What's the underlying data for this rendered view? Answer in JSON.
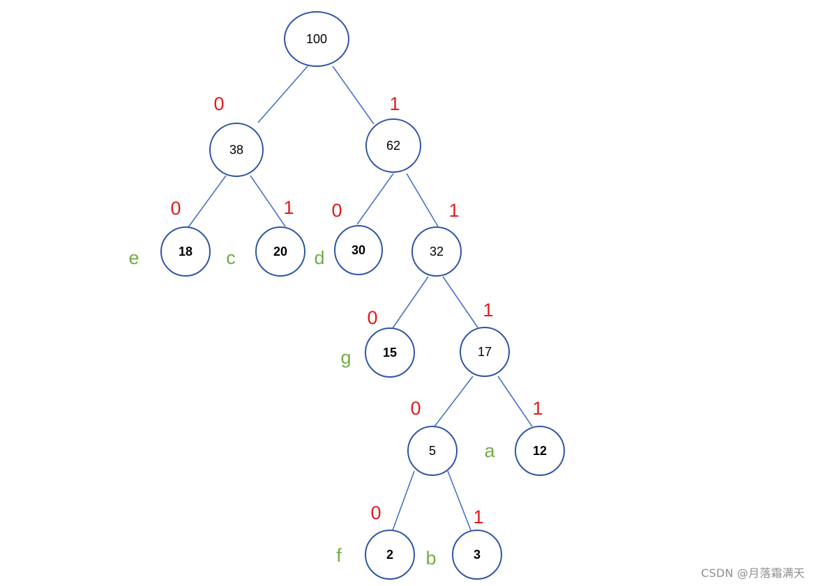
{
  "colors": {
    "node_stroke": "#2f55a4",
    "edge": "#4472c4",
    "bit_label": "#e31a1c",
    "char_label": "#70ad47",
    "watermark": "#8f8f8f"
  },
  "tree": {
    "nodes": [
      {
        "id": "n100",
        "value": "100",
        "leaf": false
      },
      {
        "id": "n38",
        "value": "38",
        "leaf": false
      },
      {
        "id": "n62",
        "value": "62",
        "leaf": false
      },
      {
        "id": "n18",
        "value": "18",
        "leaf": true,
        "char": "e"
      },
      {
        "id": "n20",
        "value": "20",
        "leaf": true,
        "char": "c"
      },
      {
        "id": "n30",
        "value": "30",
        "leaf": true,
        "char": "d"
      },
      {
        "id": "n32",
        "value": "32",
        "leaf": false
      },
      {
        "id": "n15",
        "value": "15",
        "leaf": true,
        "char": "g"
      },
      {
        "id": "n17",
        "value": "17",
        "leaf": false
      },
      {
        "id": "n5",
        "value": "5",
        "leaf": false
      },
      {
        "id": "n12",
        "value": "12",
        "leaf": true,
        "char": "a"
      },
      {
        "id": "n2",
        "value": "2",
        "leaf": true,
        "char": "f"
      },
      {
        "id": "n3",
        "value": "3",
        "leaf": true,
        "char": "b"
      }
    ],
    "edges": [
      {
        "from": "n100",
        "to": "n38",
        "bit": "0"
      },
      {
        "from": "n100",
        "to": "n62",
        "bit": "1"
      },
      {
        "from": "n38",
        "to": "n18",
        "bit": "0"
      },
      {
        "from": "n38",
        "to": "n20",
        "bit": "1"
      },
      {
        "from": "n62",
        "to": "n30",
        "bit": "0"
      },
      {
        "from": "n62",
        "to": "n32",
        "bit": "1"
      },
      {
        "from": "n32",
        "to": "n15",
        "bit": "0"
      },
      {
        "from": "n32",
        "to": "n17",
        "bit": "1"
      },
      {
        "from": "n17",
        "to": "n5",
        "bit": "0"
      },
      {
        "from": "n17",
        "to": "n12",
        "bit": "1"
      },
      {
        "from": "n5",
        "to": "n2",
        "bit": "0"
      },
      {
        "from": "n5",
        "to": "n3",
        "bit": "1"
      }
    ]
  },
  "watermark": "CSDN @月落霜满天"
}
